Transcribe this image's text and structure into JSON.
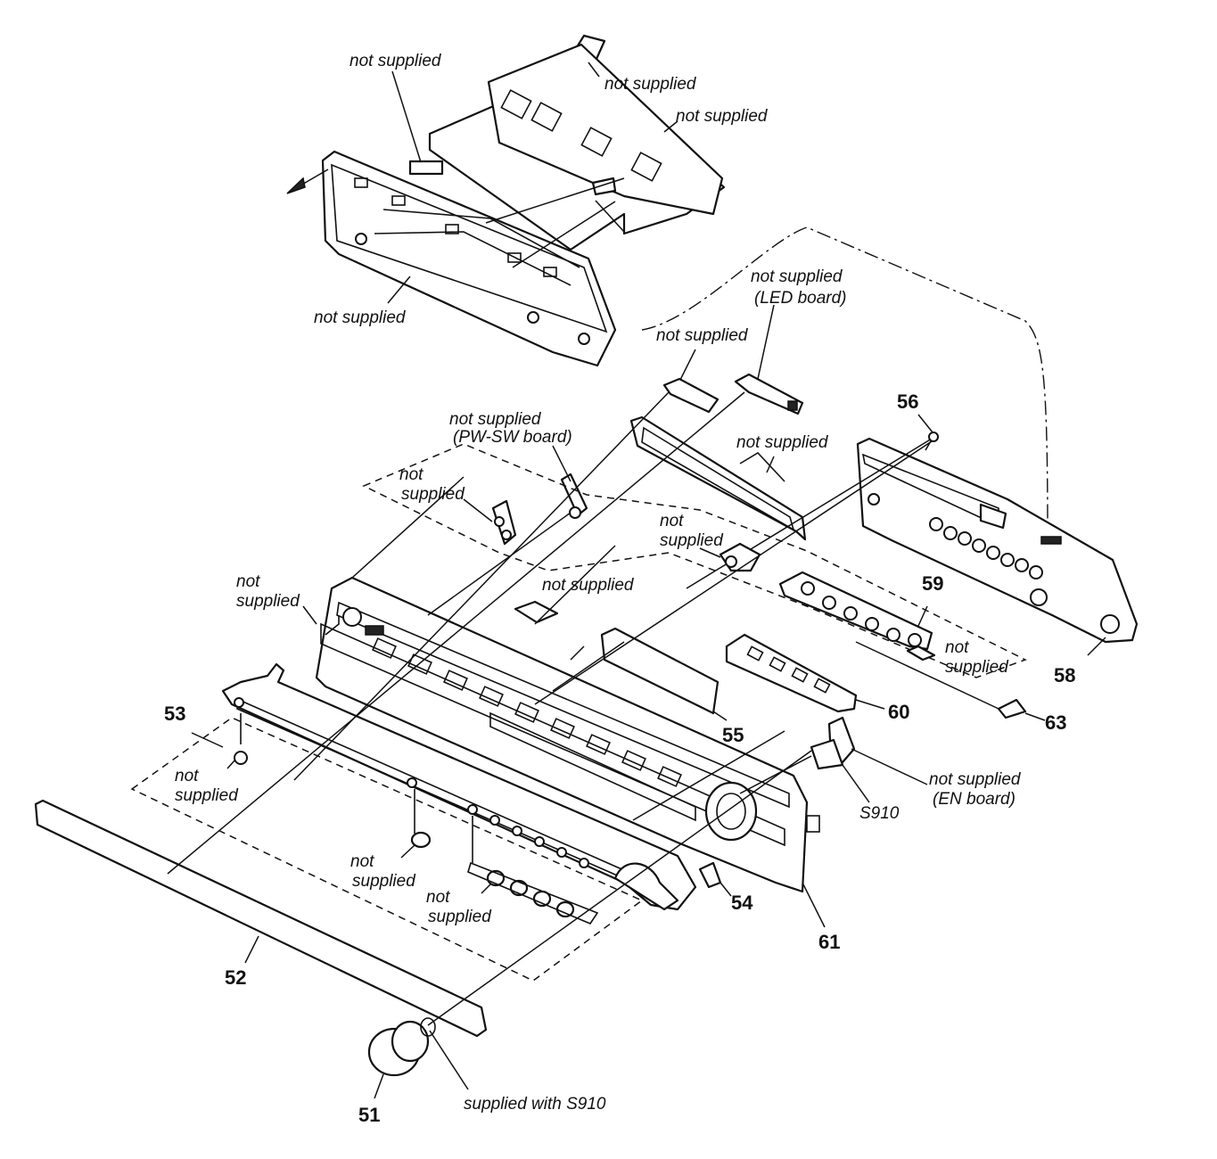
{
  "labels": {
    "ns_top_left": "not supplied",
    "ns_top_right": "not supplied",
    "ns_top_cover": "not supplied",
    "ns_rear_frame": "not supplied",
    "ns_led_line1": "not supplied",
    "ns_led_line2": "(LED board)",
    "ns_led_bracket": "not supplied",
    "ns_pwsw_line1": "not supplied",
    "ns_pwsw_line2": "(PW-SW board)",
    "ns_window": "not supplied",
    "ns_left_line1": "not",
    "ns_left_line2": "supplied",
    "ns_mid_line1": "not",
    "ns_mid_line2": "supplied",
    "ns_center": "not supplied",
    "ns_panel_line1": "not",
    "ns_panel_line2": "supplied",
    "ns_right_btn_line1": "not",
    "ns_right_btn_line2": "supplied",
    "ns_bottom_left_line1": "not",
    "ns_bottom_left_line2": "supplied",
    "ns_bottom_mid_line1": "not",
    "ns_bottom_mid_line2": "supplied",
    "ns_bottom_low_line1": "not",
    "ns_bottom_low_line2": "supplied",
    "ns_en_line1": "not supplied",
    "ns_en_line2": "(EN board)",
    "s910": "S910",
    "supplied_with": "supplied with S910"
  },
  "parts": {
    "p51": "51",
    "p52": "52",
    "p53": "53",
    "p54": "54",
    "p55": "55",
    "p56": "56",
    "p58": "58",
    "p59": "59",
    "p60": "60",
    "p61": "61",
    "p63": "63"
  }
}
